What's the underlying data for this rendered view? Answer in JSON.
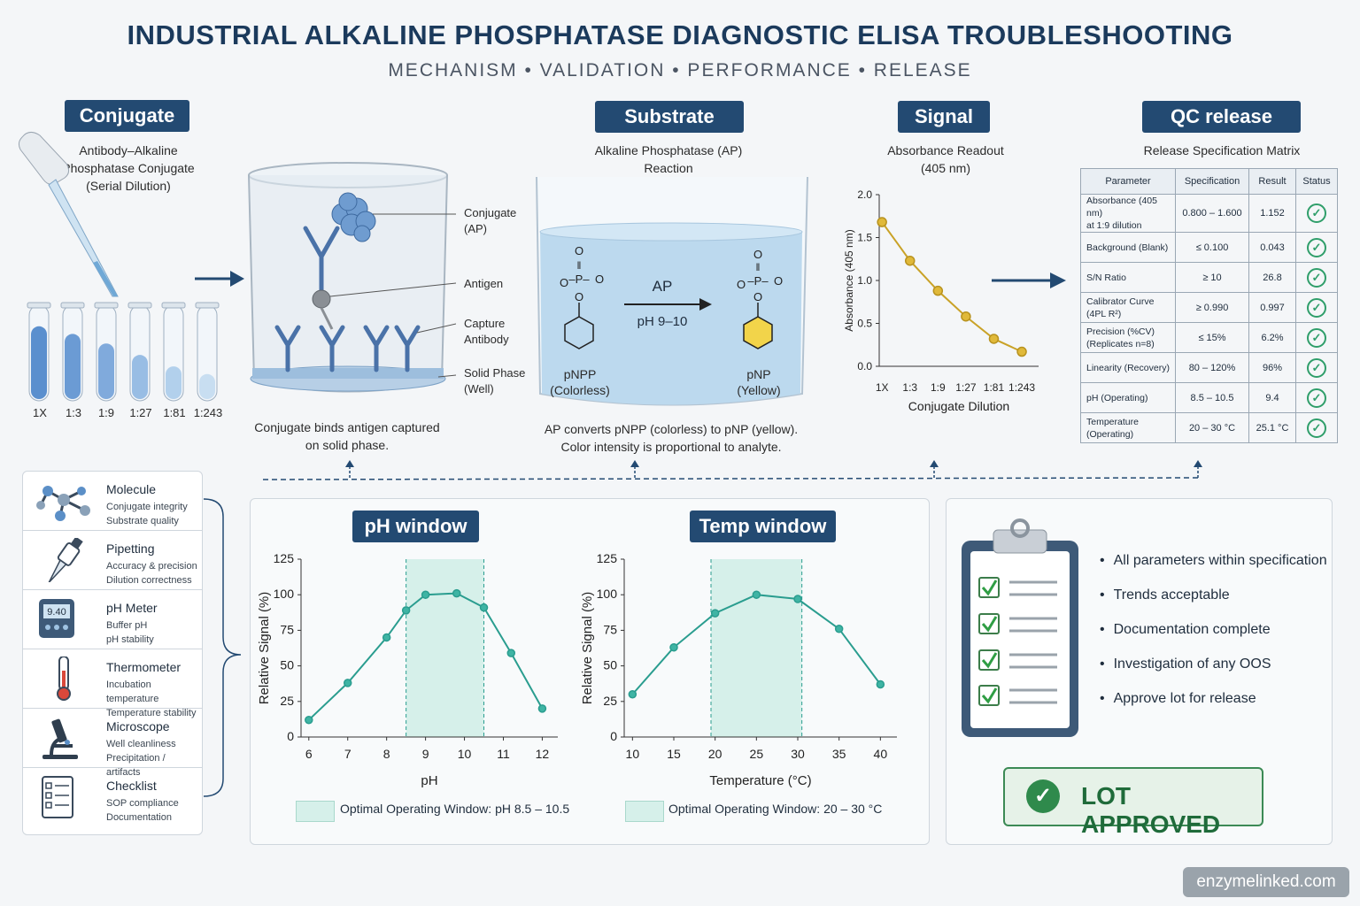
{
  "header": {
    "title": "INDUSTRIAL ALKALINE PHOSPHATASE DIAGNOSTIC ELISA TROUBLESHOOTING",
    "subtitle": "MECHANISM • VALIDATION • PERFORMANCE • RELEASE"
  },
  "conjugate": {
    "pill": "Conjugate",
    "caption_l1": "Antibody–Alkaline",
    "caption_l2": "Phosphatase Conjugate",
    "caption_l3": "(Serial Dilution)",
    "tubes": [
      "1X",
      "1:3",
      "1:9",
      "1:27",
      "1:81",
      "1:243"
    ]
  },
  "well": {
    "labels": {
      "conjugate_l1": "Conjugate",
      "conjugate_l2": "(AP)",
      "antigen": "Antigen",
      "capture_l1": "Capture",
      "capture_l2": "Antibody",
      "solid_l1": "Solid Phase",
      "solid_l2": "(Well)"
    },
    "caption_l1": "Conjugate binds antigen captured",
    "caption_l2": "on solid phase."
  },
  "substrate": {
    "pill": "Substrate",
    "caption_l1": "Alkaline Phosphatase (AP)",
    "caption_l2": "Reaction",
    "enzyme": "AP",
    "condition": "pH 9–10",
    "reactant_l1": "pNPP",
    "reactant_l2": "(Colorless)",
    "product_l1": "pNP",
    "product_l2": "(Yellow)",
    "note_l1": "AP converts pNPP (colorless) to pNP (yellow).",
    "note_l2": "Color intensity is proportional to analyte."
  },
  "signal": {
    "pill": "Signal",
    "caption_l1": "Absorbance Readout",
    "caption_l2": "(405 nm)"
  },
  "chart_data": [
    {
      "type": "line",
      "ylabel": "Absorbance (405 nm)",
      "xlabel": "Conjugate Dilution",
      "categories": [
        "1X",
        "1:3",
        "1:9",
        "1:27",
        "1:81",
        "1:243"
      ],
      "values": [
        1.68,
        1.23,
        0.88,
        0.58,
        0.32,
        0.17
      ],
      "ylim": [
        0,
        2.0
      ],
      "yticks": [
        "0.0",
        "0.5",
        "1.0",
        "1.5",
        "2.0"
      ],
      "color": "#c9a227"
    },
    {
      "type": "line",
      "title": "pH window",
      "xlabel": "pH",
      "ylabel": "Relative Signal (%)",
      "x": [
        6,
        7,
        8,
        8.5,
        9,
        9.8,
        10.5,
        11.2,
        12
      ],
      "values": [
        12,
        38,
        70,
        89,
        100,
        101,
        91,
        59,
        20
      ],
      "xlim": [
        5.8,
        12.4
      ],
      "xticks": [
        "6",
        "7",
        "8",
        "9",
        "10",
        "11",
        "12"
      ],
      "ylim": [
        0,
        125
      ],
      "yticks": [
        "0",
        "25",
        "50",
        "75",
        "100",
        "125"
      ],
      "window": [
        8.5,
        10.5
      ],
      "legend": "Optimal Operating Window:  pH 8.5 – 10.5",
      "color": "#2a9d8f"
    },
    {
      "type": "line",
      "title": "Temp window",
      "xlabel": "Temperature (°C)",
      "ylabel": "Relative Signal (%)",
      "x": [
        10,
        15,
        20,
        25,
        30,
        35,
        40
      ],
      "values": [
        30,
        63,
        87,
        100,
        97,
        76,
        37
      ],
      "xlim": [
        9,
        42
      ],
      "xticks": [
        "10",
        "15",
        "20",
        "25",
        "30",
        "35",
        "40"
      ],
      "ylim": [
        0,
        125
      ],
      "yticks": [
        "0",
        "25",
        "50",
        "75",
        "100",
        "125"
      ],
      "window": [
        19.5,
        30.5
      ],
      "legend": "Optimal Operating Window:  20 – 30 °C",
      "color": "#2a9d8f"
    }
  ],
  "qc": {
    "pill": "QC release",
    "caption": "Release Specification Matrix",
    "headers": [
      "Parameter",
      "Specification",
      "Result",
      "Status"
    ],
    "rows": [
      {
        "p1": "Absorbance (405 nm)",
        "p2": "at 1:9 dilution",
        "spec": "0.800 – 1.600",
        "result": "1.152"
      },
      {
        "p1": "Background (Blank)",
        "p2": "",
        "spec": "≤ 0.100",
        "result": "0.043"
      },
      {
        "p1": "S/N Ratio",
        "p2": "",
        "spec": "≥ 10",
        "result": "26.8"
      },
      {
        "p1": "Calibrator Curve",
        "p2": "(4PL R²)",
        "spec": "≥ 0.990",
        "result": "0.997"
      },
      {
        "p1": "Precision (%CV)",
        "p2": "(Replicates n=8)",
        "spec": "≤ 15%",
        "result": "6.2%"
      },
      {
        "p1": "Linearity (Recovery)",
        "p2": "",
        "spec": "80 – 120%",
        "result": "96%"
      },
      {
        "p1": "pH (Operating)",
        "p2": "",
        "spec": "8.5 – 10.5",
        "result": "9.4"
      },
      {
        "p1": "Temperature (Operating)",
        "p2": "",
        "spec": "20 – 30 °C",
        "result": "25.1 °C"
      }
    ]
  },
  "tools": [
    {
      "title": "Molecule",
      "s1": "Conjugate integrity",
      "s2": "Substrate quality",
      "icon": "molecule-icon"
    },
    {
      "title": "Pipetting",
      "s1": "Accuracy & precision",
      "s2": "Dilution correctness",
      "icon": "pipette-icon"
    },
    {
      "title": "pH Meter",
      "s1": "Buffer pH",
      "s2": "pH stability",
      "icon": "ph-meter-icon",
      "display": "9.40"
    },
    {
      "title": "Thermometer",
      "s1": "Incubation temperature",
      "s2": "Temperature stability",
      "icon": "thermometer-icon"
    },
    {
      "title": "Microscope",
      "s1": "Well cleanliness",
      "s2": "Precipitation / artifacts",
      "icon": "microscope-icon"
    },
    {
      "title": "Checklist",
      "s1": "SOP compliance",
      "s2": "Documentation",
      "icon": "checklist-icon"
    }
  ],
  "release": {
    "bullets": [
      "All parameters within specification",
      "Trends acceptable",
      "Documentation complete",
      "Investigation of any OOS",
      "Approve lot for release"
    ],
    "badge": "LOT APPROVED"
  },
  "footer": {
    "watermark": "enzymelinked.com"
  }
}
